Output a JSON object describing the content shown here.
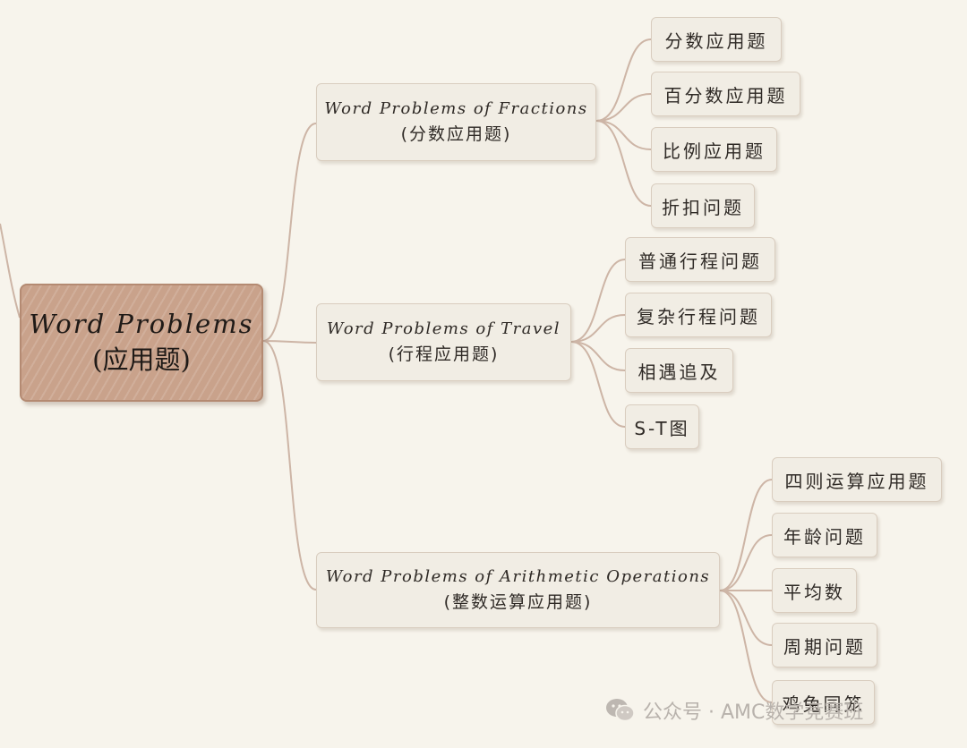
{
  "root": {
    "title": "Word Problems",
    "subtitle": "(应用题)"
  },
  "branches": [
    {
      "title": "Word Problems of Fractions",
      "subtitle": "(分数应用题)",
      "children": [
        "分数应用题",
        "百分数应用题",
        "比例应用题",
        "折扣问题"
      ]
    },
    {
      "title": "Word Problems of Travel",
      "subtitle": "(行程应用题)",
      "children": [
        "普通行程问题",
        "复杂行程问题",
        "相遇追及",
        "S-T图"
      ]
    },
    {
      "title": "Word Problems of Arithmetic Operations",
      "subtitle": "(整数运算应用题)",
      "children": [
        "四则运算应用题",
        "年龄问题",
        "平均数",
        "周期问题",
        "鸡兔同笼"
      ]
    }
  ],
  "watermark": {
    "text": "公众号 · AMC数学竞赛班",
    "icon": "wechat-icon"
  },
  "colors": {
    "background": "#f7f4ec",
    "root_fill": "#c9a28b",
    "node_fill": "#f1ede4",
    "connector": "#cdb5a6"
  }
}
